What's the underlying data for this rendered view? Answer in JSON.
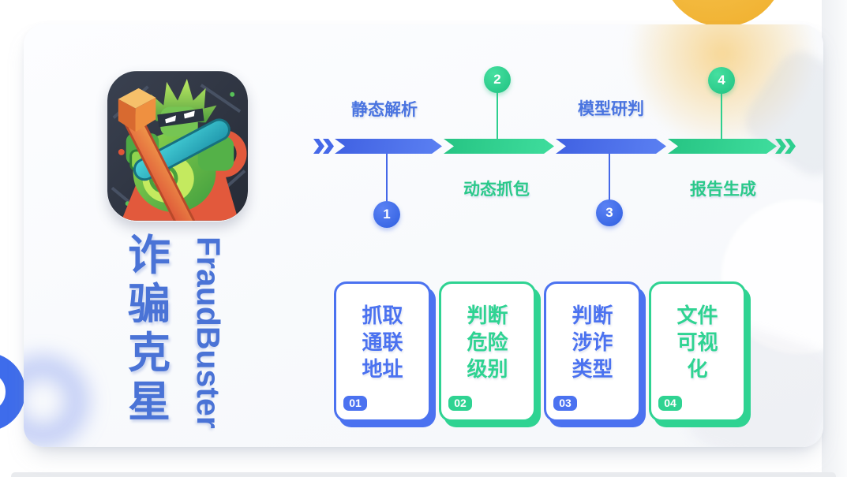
{
  "brand": {
    "logo_icon": "fraudbuster-mascot-icon",
    "title_cn": "诈骗克星",
    "title_cn_chars": [
      "诈",
      "骗",
      "克",
      "星"
    ],
    "title_en": "FraudBuster"
  },
  "colors": {
    "blue": "#4b72f0",
    "green": "#2fd392",
    "title_blue": "#4a73d6",
    "yellow_accent": "#efae2b",
    "donut_blue": "#3e6ceb"
  },
  "timeline": {
    "steps": [
      {
        "num": "1",
        "label": "静态解析",
        "theme": "blue",
        "label_position": "above",
        "marker_position": "below"
      },
      {
        "num": "2",
        "label": "动态抓包",
        "theme": "green",
        "label_position": "below",
        "marker_position": "above"
      },
      {
        "num": "3",
        "label": "模型研判",
        "theme": "blue",
        "label_position": "above",
        "marker_position": "below"
      },
      {
        "num": "4",
        "label": "报告生成",
        "theme": "green",
        "label_position": "below",
        "marker_position": "above"
      }
    ]
  },
  "features": {
    "items": [
      {
        "badge": "01",
        "lines": [
          "抓取",
          "通联",
          "地址"
        ],
        "theme": "blue"
      },
      {
        "badge": "02",
        "lines": [
          "判断",
          "危险",
          "级别"
        ],
        "theme": "green"
      },
      {
        "badge": "03",
        "lines": [
          "判断",
          "涉诈",
          "类型"
        ],
        "theme": "blue"
      },
      {
        "badge": "04",
        "lines": [
          "文件",
          "可视",
          "化"
        ],
        "theme": "green"
      }
    ]
  }
}
